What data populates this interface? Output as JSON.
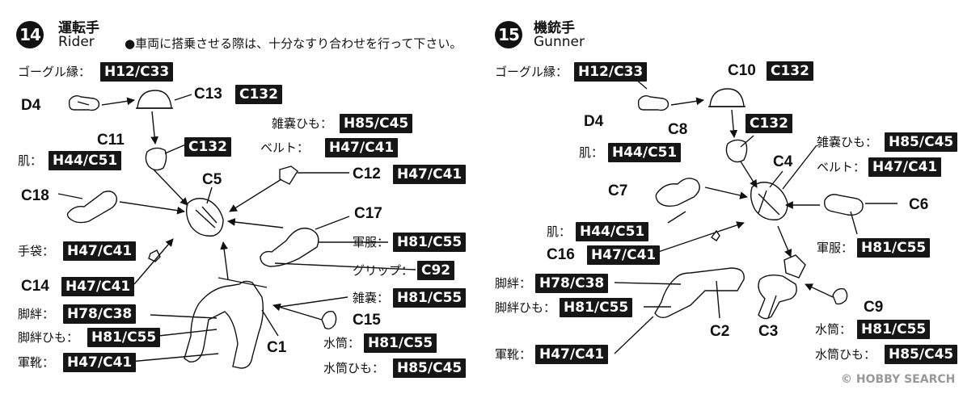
{
  "rider": {
    "number": "14",
    "title_jp": "運転手",
    "title_en": "Rider",
    "note": "●車両に搭乗させる際は、十分なすり合わせを行って下さい。",
    "parts": {
      "c13": "C13",
      "c11": "C11",
      "c5": "C5",
      "c12": "C12",
      "c17": "C17",
      "c18": "C18",
      "c14": "C14",
      "c15": "C15",
      "c1": "C1",
      "d4": "D4"
    },
    "labels": {
      "goggle": "ゴーグル縁：",
      "skin": "肌：",
      "glove": "手袋：",
      "gaiter": "脚絆：",
      "gaiter_string": "脚絆ひも：",
      "boots": "軍靴：",
      "bag_string": "雑嚢ひも：",
      "belt": "ベルト：",
      "uniform": "軍服：",
      "grip": "グリップ：",
      "bag": "雑嚢：",
      "canteen": "水筒：",
      "canteen_string": "水筒ひも："
    },
    "codes": {
      "goggle": "H12/C33",
      "c13": "C132",
      "c11": "C132",
      "skin": "H44/C51",
      "glove": "H47/C41",
      "c14": "H47/C41",
      "gaiter": "H78/C38",
      "gaiter_string": "H81/C55",
      "boots": "H47/C41",
      "bag_string": "H85/C45",
      "belt": "H47/C41",
      "c12": "H47/C41",
      "uniform": "H81/C55",
      "grip": "C92",
      "bag": "H81/C55",
      "canteen": "H81/C55",
      "canteen_string": "H85/C45"
    }
  },
  "gunner": {
    "number": "15",
    "title_jp": "機銃手",
    "title_en": "Gunner",
    "parts": {
      "c10": "C10",
      "d4": "D4",
      "c8": "C8",
      "c4": "C4",
      "c7": "C7",
      "c6": "C6",
      "c16": "C16",
      "c9": "C9",
      "c2": "C2",
      "c3": "C3"
    },
    "labels": {
      "goggle": "ゴーグル縁：",
      "skin_top": "肌：",
      "bag_string": "雑嚢ひも：",
      "belt": "ベルト：",
      "skin_mid": "肌：",
      "uniform": "軍服：",
      "gaiter": "脚絆：",
      "gaiter_string": "脚絆ひも：",
      "boots": "軍靴：",
      "canteen": "水筒：",
      "canteen_string": "水筒ひも："
    },
    "codes": {
      "goggle": "H12/C33",
      "c10": "C132",
      "c8": "C132",
      "skin_top": "H44/C51",
      "bag_string": "H85/C45",
      "belt": "H47/C41",
      "skin_mid": "H44/C51",
      "c16": "H47/C41",
      "uniform": "H81/C55",
      "gaiter": "H78/C38",
      "gaiter_string": "H81/C55",
      "boots": "H47/C41",
      "canteen": "H81/C55",
      "canteen_string": "H85/C45"
    }
  },
  "watermark": "HOBBY SEARCH",
  "icons": {
    "watermark_logo": "copyright-circle-icon"
  }
}
